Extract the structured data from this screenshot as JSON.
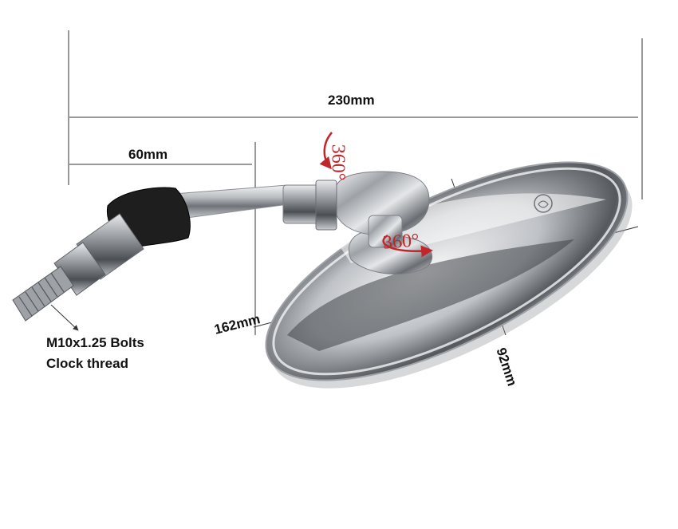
{
  "dimensions": {
    "overall_length": "230mm",
    "arm_length": "60mm",
    "mirror_width": "162mm",
    "mirror_height": "92mm"
  },
  "bolt_spec": {
    "line1": "M10x1.25 Bolts",
    "line2": "Clock thread"
  },
  "rotation": {
    "top": "360°",
    "bottom": "360°"
  },
  "colors": {
    "rotation_marker": "#c0262c",
    "dimension_line": "#333333",
    "chrome": "#c9ccd0",
    "rubber": "#1e1e1e"
  }
}
